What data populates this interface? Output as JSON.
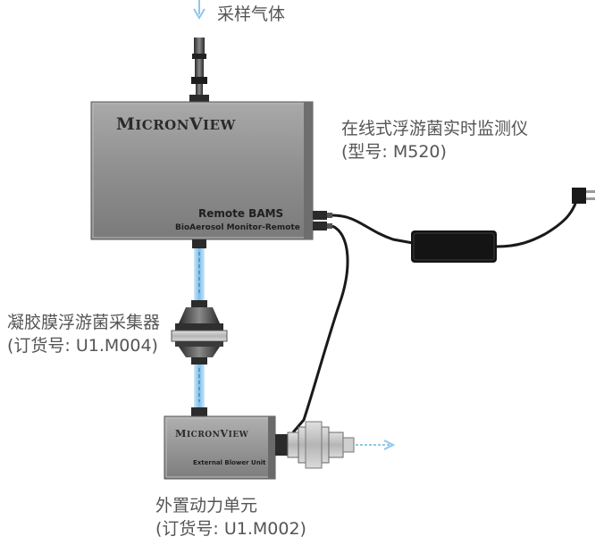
{
  "labels": {
    "sample_gas": "采样气体",
    "monitor_title": "在线式浮游菌实时监测仪",
    "monitor_model": "(型号: M520)",
    "collector_title": "凝胶膜浮游菌采集器",
    "collector_model": "(订货号: U1.M004)",
    "blower_title": "外置动力单元",
    "blower_model": "(订货号: U1.M002)"
  },
  "monitor": {
    "brand_first": "M",
    "brand_mid": "ICRON",
    "brand_second": "V",
    "brand_end": "IEW",
    "name": "Remote BAMS",
    "subtitle": "BioAerosol Monitor-Remote"
  },
  "blower": {
    "brand_first": "M",
    "brand_mid": "ICRON",
    "brand_second": "V",
    "brand_end": "IEW",
    "name": "External Blower Unit"
  },
  "colors": {
    "airflow": "#8fc6ec",
    "device_body": "#8c8c8c",
    "cable": "#1a1a1a",
    "label_text": "#555555"
  }
}
